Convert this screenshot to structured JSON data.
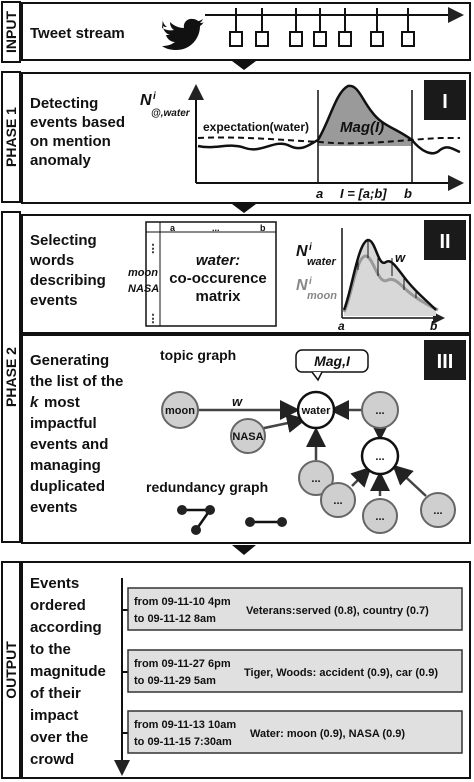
{
  "phases": {
    "input": "INPUT",
    "phase1": "PHASE 1",
    "phase2": "PHASE 2",
    "output": "OUTPUT"
  },
  "input": {
    "title": "Tweet stream"
  },
  "step1": {
    "badge": "I",
    "text": [
      "Detecting",
      "events based",
      "on mention",
      "anomaly"
    ],
    "ylabel_main": "N",
    "ylabel_sup": "i",
    "ylabel_sub": "@,water",
    "expectation": "expectation(water)",
    "mag": "Mag(I)",
    "a": "a",
    "b": "b",
    "interval": "I = [a;b]"
  },
  "step2": {
    "badge": "II",
    "text": [
      "Selecting",
      "words",
      "describing",
      "events"
    ],
    "matrix_head_a": "a",
    "matrix_head_dots": "...",
    "matrix_head_b": "b",
    "matrix_row1": "moon",
    "matrix_row2": "NASA",
    "matrix_title": "water:",
    "matrix_line2": "co-occurence",
    "matrix_line3": "matrix",
    "n_water": "N",
    "n_water_sup": "i",
    "n_water_sub": "water",
    "n_moon": "N",
    "n_moon_sup": "i",
    "n_moon_sub": "moon",
    "w": "w",
    "a": "a",
    "b": "b"
  },
  "step3": {
    "badge": "III",
    "text": [
      "Generating",
      "the list of the",
      "most",
      "impactful",
      "events and",
      "managing",
      "duplicated",
      "events"
    ],
    "k": "k",
    "topic_graph": "topic graph",
    "mag_label": "Mag,I",
    "node_moon": "moon",
    "node_water": "water",
    "node_nasa": "NASA",
    "node_dots": "...",
    "edge_w": "w",
    "redundancy_graph": "redundancy graph"
  },
  "output": {
    "text": [
      "Events",
      "ordered",
      "according",
      "to the",
      "magnitude",
      "of their",
      "impact",
      "over the",
      "crowd"
    ],
    "events": [
      {
        "from": "from 09-11-10 4pm",
        "to": "to 09-11-12 8am",
        "words": "Veterans:served (0.8), country (0.7)"
      },
      {
        "from": "from 09-11-27 6pm",
        "to": "to 09-11-29 5am",
        "words": "Tiger, Woods: accident (0.9), car (0.9)"
      },
      {
        "from": "from 09-11-13 10am",
        "to": "to 09-11-15 7:30am",
        "words": "Water: moon (0.9), NASA (0.9)"
      }
    ]
  },
  "colors": {
    "node_fill": "#cfcfcf",
    "box_fill": "#e0e0e0",
    "badge": "#1a1a1a",
    "peak": "#9a9a9a"
  }
}
